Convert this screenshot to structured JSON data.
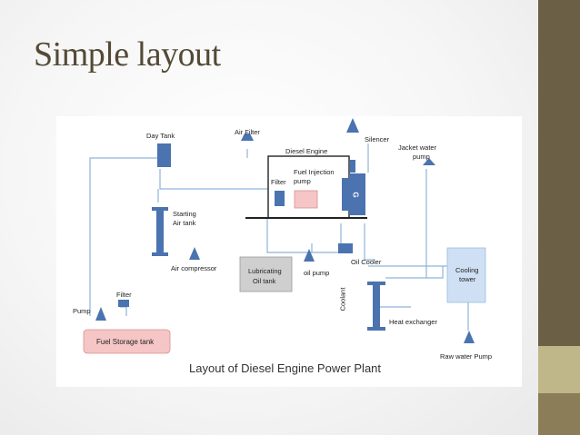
{
  "slide": {
    "title": "Simple layout"
  },
  "diagram": {
    "caption": "Layout of Diesel Engine Power Plant",
    "labels": {
      "day_tank": "Day Tank",
      "air_filter": "Air Filter",
      "diesel_engine": "Diesel Engine",
      "silencer": "Silencer",
      "jacket_water_pump_1": "Jacket water",
      "jacket_water_pump_2": "pump",
      "fuel_injection_pump_1": "Fuel Injection",
      "fuel_injection_pump_2": "pump",
      "filter_engine": "Filter",
      "generator": "G",
      "starting_air_tank_1": "Starting",
      "starting_air_tank_2": "Air tank",
      "air_compressor": "Air compressor",
      "lubricating_oil_tank_1": "Lubricating",
      "lubricating_oil_tank_2": "Oil tank",
      "oil_pump": "oil pump",
      "oil_cooler": "Oil Cooler",
      "coolant": "Coolant",
      "cooling_tower_1": "Cooling",
      "cooling_tower_2": "tower",
      "filter_fuel": "Filter",
      "pump": "Pump",
      "fuel_storage_tank": "Fuel Storage tank",
      "heat_exchanger": "Heat exchanger",
      "raw_water_pump": "Raw water Pump"
    }
  },
  "colors": {
    "equipment": "#4a73b0",
    "pipe": "#8fb3d9",
    "fuel_tank": "#f6c6c6",
    "lube_tank": "#cfcfcf",
    "cooling_tower": "#cfe0f4",
    "accent_dark": "#6b6046",
    "accent_light": "#bfb689"
  }
}
